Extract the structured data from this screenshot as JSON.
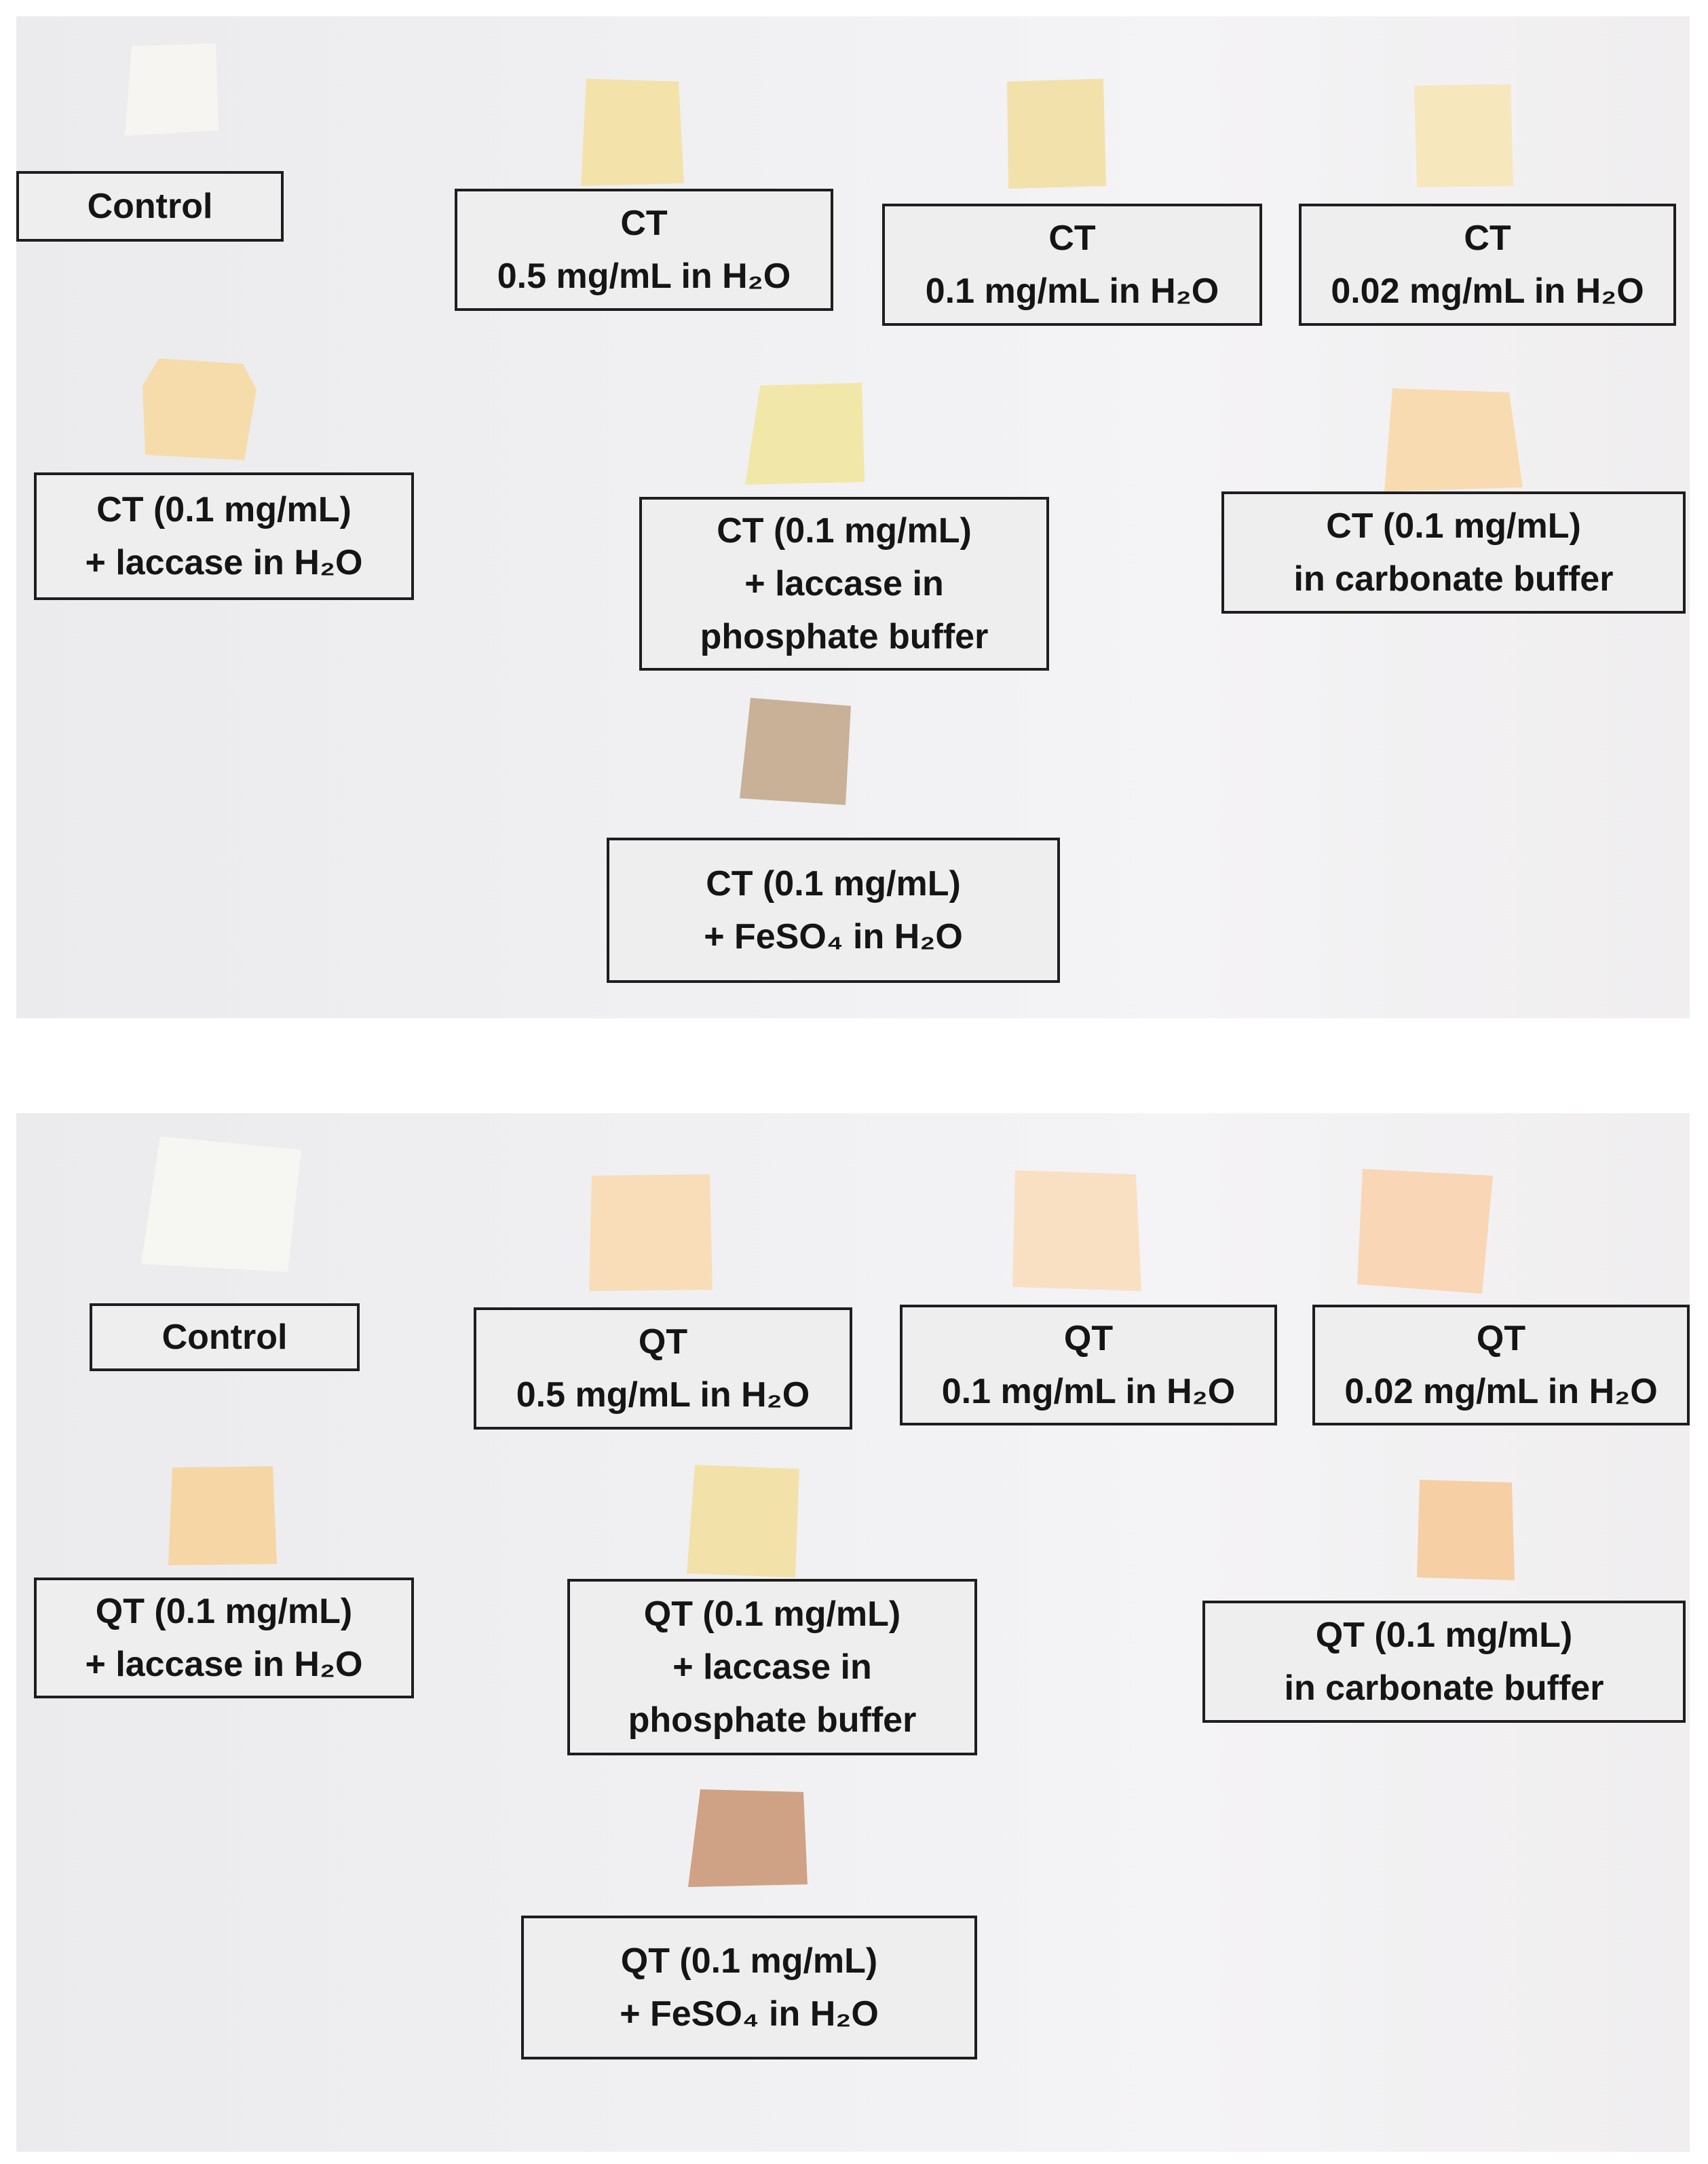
{
  "top_panel": {
    "labels": {
      "control": "Control",
      "ct_05": [
        "CT",
        "0.5 mg/mL in H₂O"
      ],
      "ct_01": [
        "CT",
        "0.1 mg/mL in H₂O"
      ],
      "ct_002": [
        "CT",
        "0.02 mg/mL in H₂O"
      ],
      "ct_laccase_h2o": [
        "CT (0.1 mg/mL)",
        "+ laccase in H₂O"
      ],
      "ct_laccase_phosphate": [
        "CT (0.1 mg/mL)",
        "+ laccase in",
        "phosphate buffer"
      ],
      "ct_carbonate": [
        "CT (0.1 mg/mL)",
        "in carbonate buffer"
      ],
      "ct_feso4": [
        "CT (0.1 mg/mL)",
        "+ FeSO₄ in H₂O"
      ]
    },
    "swatch_colors": {
      "control": "#f7f5f2",
      "ct_05": "#f4e2ab",
      "ct_01": "#f3e1ac",
      "ct_002": "#f6e7bd",
      "ct_laccase_h2o": "#f6dcaa",
      "ct_laccase_phosphate": "#f1e7a8",
      "ct_carbonate": "#f9dbb1",
      "ct_feso4": "#c8b197"
    }
  },
  "bottom_panel": {
    "labels": {
      "control": "Control",
      "qt_05": [
        "QT",
        "0.5 mg/mL in H₂O"
      ],
      "qt_01": [
        "QT",
        "0.1 mg/mL in H₂O"
      ],
      "qt_002": [
        "QT",
        "0.02 mg/mL in H₂O"
      ],
      "qt_laccase_h2o": [
        "QT (0.1 mg/mL)",
        "+ laccase in H₂O"
      ],
      "qt_laccase_phosphate": [
        "QT (0.1 mg/mL)",
        "+ laccase in",
        "phosphate buffer"
      ],
      "qt_carbonate": [
        "QT (0.1 mg/mL)",
        "in carbonate buffer"
      ],
      "qt_feso4": [
        "QT (0.1 mg/mL)",
        "+ FeSO₄ in H₂O"
      ]
    },
    "swatch_colors": {
      "control": "#f6f6f3",
      "qt_05": "#f9ddb8",
      "qt_01": "#fae0c3",
      "qt_002": "#f9d6b6",
      "qt_laccase_h2o": "#f6d6a5",
      "qt_laccase_phosphate": "#f3e1aa",
      "qt_carbonate": "#f6cfa5",
      "qt_feso4": "#cfa285"
    }
  }
}
